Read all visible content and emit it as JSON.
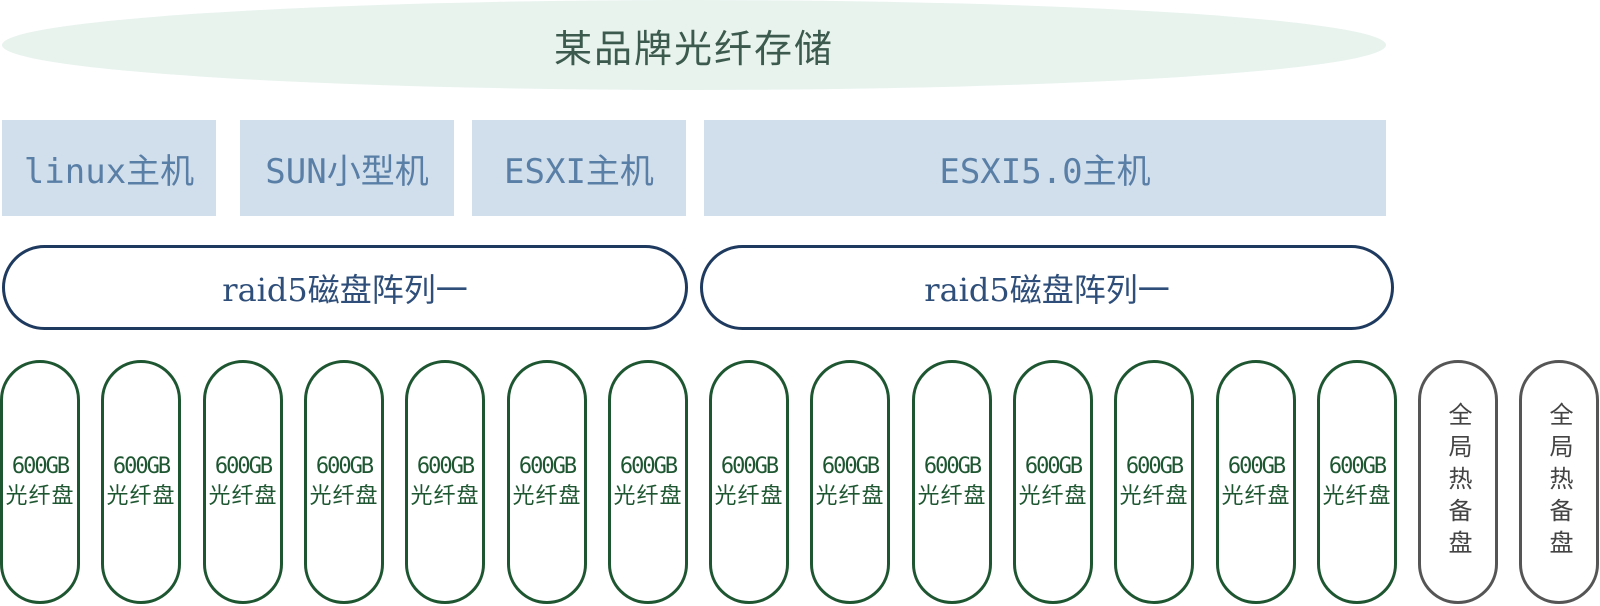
{
  "title": "某品牌光纤存储",
  "hosts": [
    "linux主机",
    "SUN小型机",
    "ESXI主机",
    "ESXI5.0主机"
  ],
  "raid_groups": [
    "raid5磁盘阵列一",
    "raid5磁盘阵列一"
  ],
  "disks": [
    {
      "capacity": "600GB",
      "type": "光纤盘"
    },
    {
      "capacity": "600GB",
      "type": "光纤盘"
    },
    {
      "capacity": "600GB",
      "type": "光纤盘"
    },
    {
      "capacity": "600GB",
      "type": "光纤盘"
    },
    {
      "capacity": "600GB",
      "type": "光纤盘"
    },
    {
      "capacity": "600GB",
      "type": "光纤盘"
    },
    {
      "capacity": "600GB",
      "type": "光纤盘"
    },
    {
      "capacity": "600GB",
      "type": "光纤盘"
    },
    {
      "capacity": "600GB",
      "type": "光纤盘"
    },
    {
      "capacity": "600GB",
      "type": "光纤盘"
    },
    {
      "capacity": "600GB",
      "type": "光纤盘"
    },
    {
      "capacity": "600GB",
      "type": "光纤盘"
    },
    {
      "capacity": "600GB",
      "type": "光纤盘"
    },
    {
      "capacity": "600GB",
      "type": "光纤盘"
    }
  ],
  "hot_spares": [
    "全局热备盘",
    "全局热备盘"
  ],
  "colors": {
    "title_bg": "#e8f3ee",
    "host_bg": "#d1dfec",
    "raid_border": "#1f3a5f",
    "disk_border": "#1e5631",
    "spare_border": "#555555"
  }
}
